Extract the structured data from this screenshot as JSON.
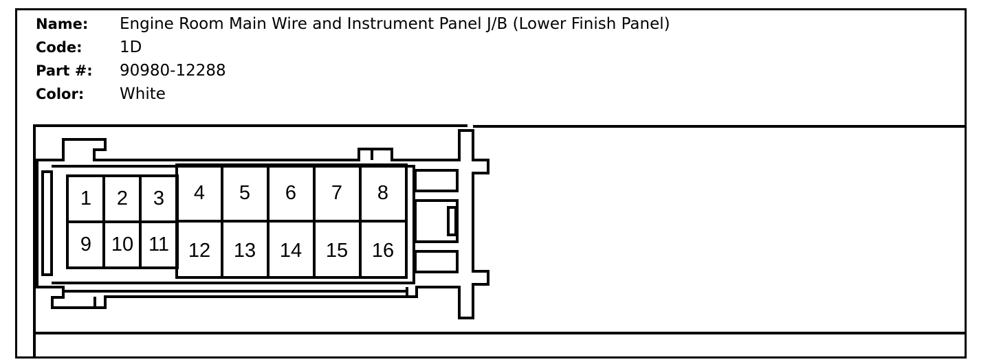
{
  "connector": {
    "name_label": "Name:",
    "name": "Engine Room Main Wire and Instrument Panel J/B (Lower Finish Panel)",
    "code_label": "Code:",
    "code": "1D",
    "part_label": "Part #:",
    "part": "90980-12288",
    "color_label": "Color:",
    "color": "White"
  },
  "pins": {
    "p1": "1",
    "p2": "2",
    "p3": "3",
    "p4": "4",
    "p5": "5",
    "p6": "6",
    "p7": "7",
    "p8": "8",
    "p9": "9",
    "p10": "10",
    "p11": "11",
    "p12": "12",
    "p13": "13",
    "p14": "14",
    "p15": "15",
    "p16": "16"
  }
}
